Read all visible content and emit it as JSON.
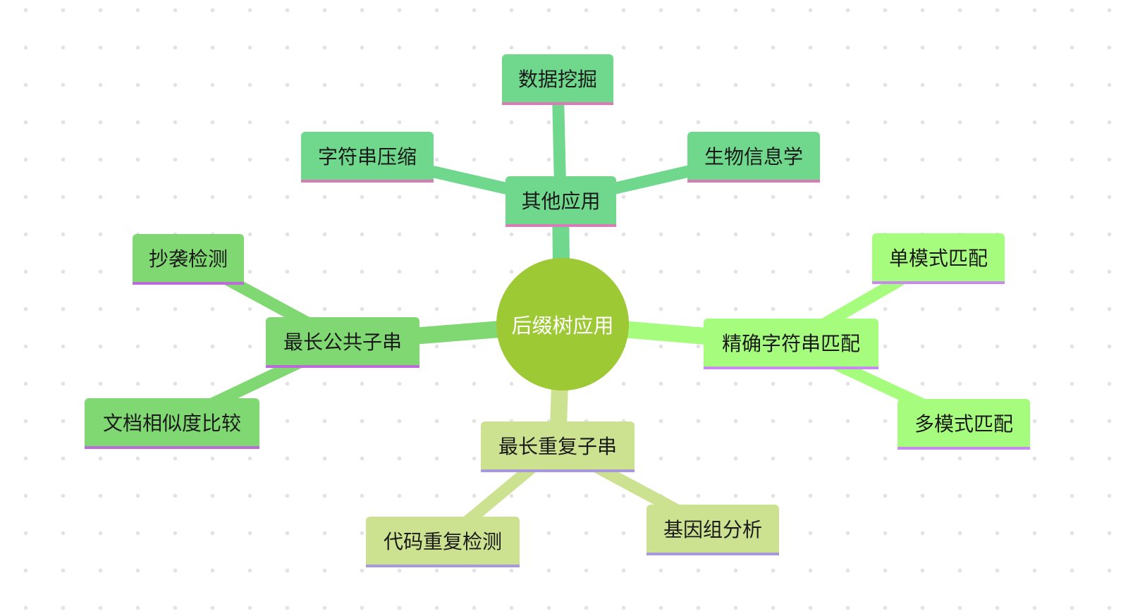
{
  "colors": {
    "root": "#9dc935",
    "branch_top": "#6fd88c",
    "branch_left": "#80d872",
    "branch_right": "#a6fc7d",
    "branch_bottom": "#cde291",
    "underline_top": "#d97bb7",
    "underline_left": "#bc6cd8",
    "underline_right": "#c98af0",
    "underline_bottom": "#a898dc"
  },
  "root": {
    "label": "后缀树应用"
  },
  "top": {
    "label": "其他应用",
    "children": [
      "字符串压缩",
      "数据挖掘",
      "生物信息学"
    ]
  },
  "left": {
    "label": "最长公共子串",
    "children": [
      "抄袭检测",
      "文档相似度比较"
    ]
  },
  "right": {
    "label": "精确字符串匹配",
    "children": [
      "单模式匹配",
      "多模式匹配"
    ]
  },
  "bottom": {
    "label": "最长重复子串",
    "children": [
      "代码重复检测",
      "基因组分析"
    ]
  }
}
